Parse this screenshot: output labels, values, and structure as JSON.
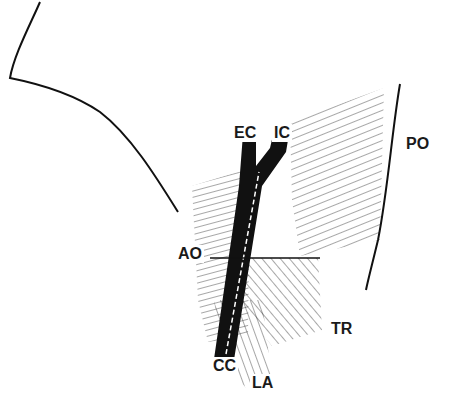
{
  "diagram": {
    "labels": [
      "EC",
      "IC",
      "PO",
      "AO",
      "TR",
      "CC",
      "LA"
    ]
  }
}
